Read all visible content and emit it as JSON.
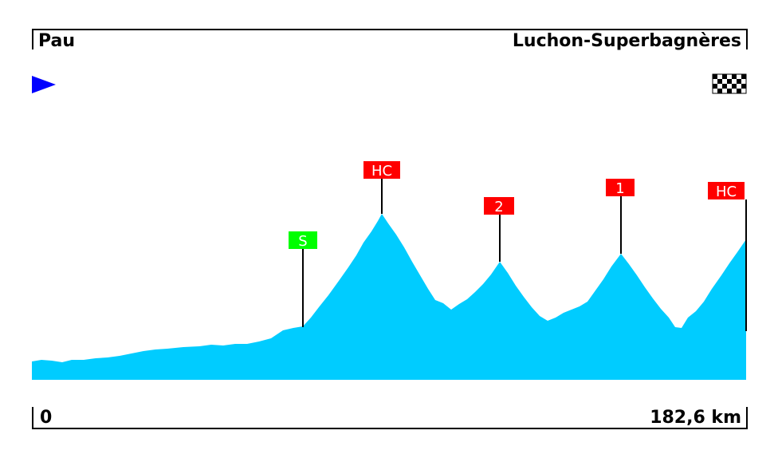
{
  "start": {
    "name": "Pau",
    "distance": "0"
  },
  "finish": {
    "name": "Luchon-Superbagnères",
    "distance": "182,6 km"
  },
  "colors": {
    "profile_fill": "#00ccff",
    "sprint": "#00ff00",
    "climb": "#ff0000",
    "start_flag": "#0000ff",
    "line": "#000000"
  },
  "icons": {
    "start": "start-flag-icon",
    "finish": "checkered-flag-icon"
  },
  "markers": [
    {
      "label": "S",
      "type": "sprint"
    },
    {
      "label": "HC",
      "type": "climb"
    },
    {
      "label": "2",
      "type": "climb"
    },
    {
      "label": "1",
      "type": "climb"
    },
    {
      "label": "HC",
      "type": "climb"
    }
  ]
}
